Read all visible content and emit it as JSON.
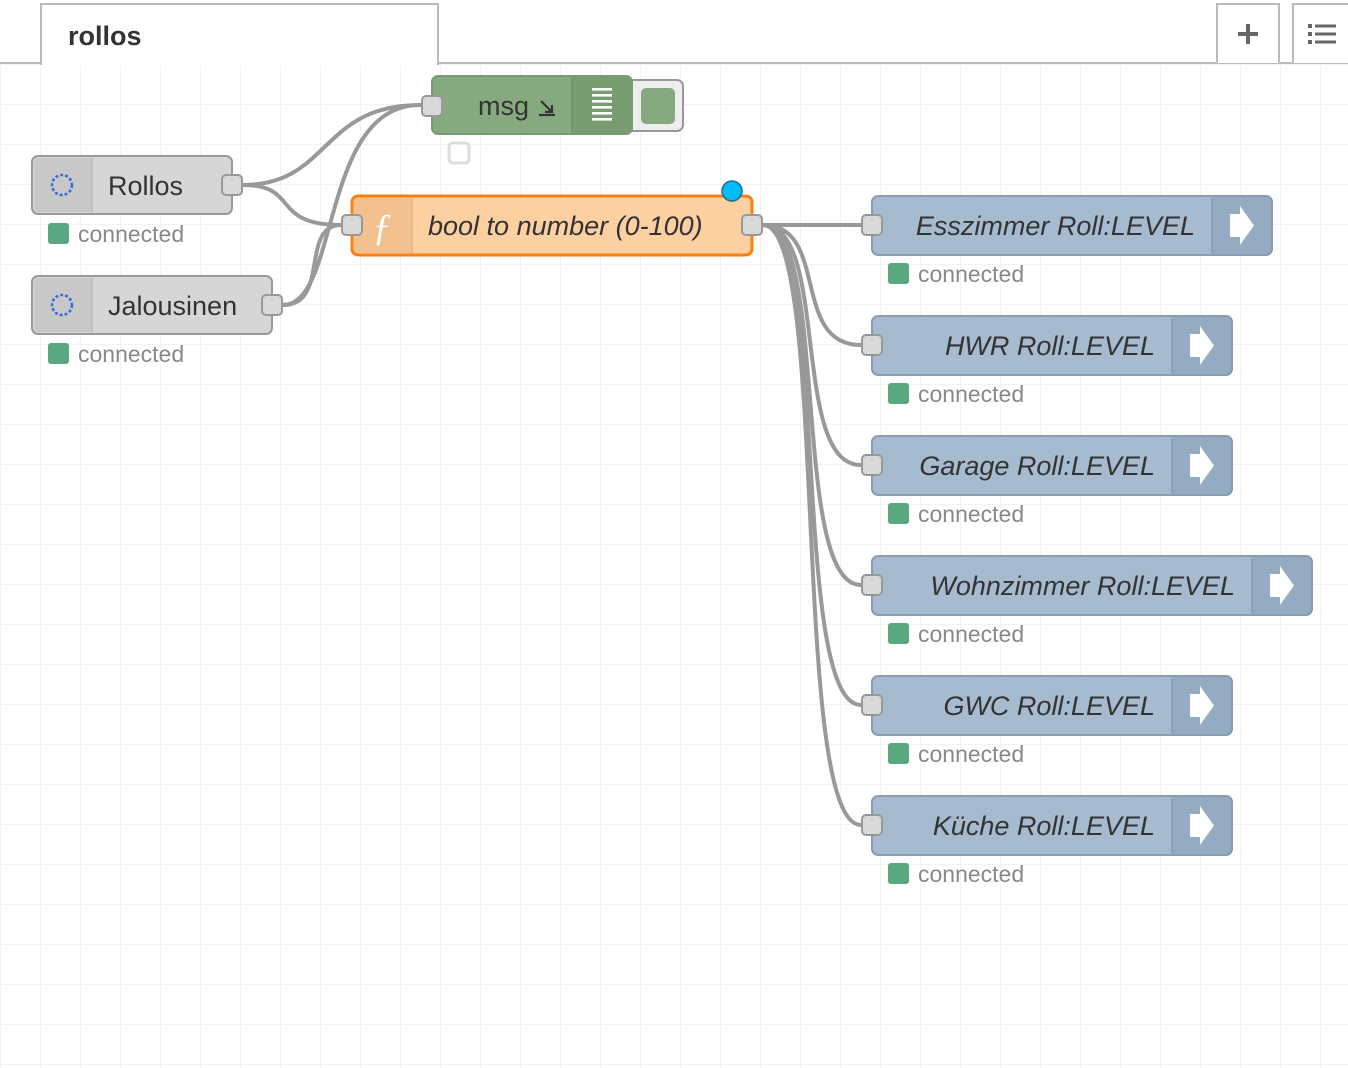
{
  "tabs": [
    {
      "label": "rollos"
    }
  ],
  "toolbar": {
    "add_icon": "plus-icon",
    "menu_icon": "list-icon"
  },
  "colors": {
    "link_in": "#d6d6d6",
    "debug": "#87a980",
    "function": "#fdd0a2",
    "function_selected_border": "#ff7f0e",
    "homematic_out": "#a6bbcf",
    "status_green": "#5aa87f",
    "wire": "#999999",
    "changed_dot": "#00bcff"
  },
  "nodes": {
    "rollos_in": {
      "label": "Rollos",
      "status": "connected",
      "icon": "circle-dotted-icon"
    },
    "jalousinen_in": {
      "label": "Jalousinen",
      "status": "connected",
      "icon": "circle-dotted-icon"
    },
    "debug_msg": {
      "label": "msg",
      "icon": "debug-list-icon"
    },
    "function_node": {
      "label": "bool to number (0-100)",
      "icon": "function-icon"
    },
    "outputs": [
      {
        "label": "Esszimmer Roll:LEVEL",
        "status": "connected"
      },
      {
        "label": "HWR Roll:LEVEL",
        "status": "connected"
      },
      {
        "label": "Garage Roll:LEVEL",
        "status": "connected"
      },
      {
        "label": "Wohnzimmer Roll:LEVEL",
        "status": "connected"
      },
      {
        "label": "GWC Roll:LEVEL",
        "status": "connected"
      },
      {
        "label": "Küche Roll:LEVEL",
        "status": "connected"
      }
    ]
  }
}
